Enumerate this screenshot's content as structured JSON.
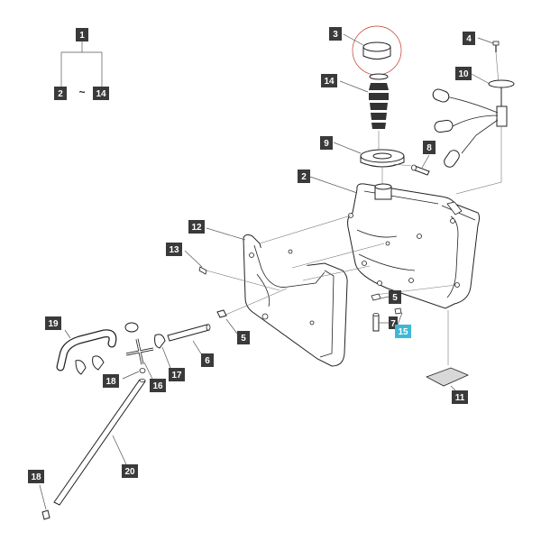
{
  "callouts": {
    "c1": "1",
    "c2a": "2",
    "c14a": "14",
    "tilde": "~",
    "c3": "3",
    "c4": "4",
    "c10": "10",
    "c14": "14",
    "c9": "9",
    "c8": "8",
    "c2": "2",
    "c12": "12",
    "c13": "13",
    "c5a": "5",
    "c5b": "5",
    "c7": "7",
    "c15": "15",
    "c19": "19",
    "c6": "6",
    "c17": "17",
    "c18a": "18",
    "c16": "16",
    "c11": "11",
    "c20": "20",
    "c18b": "18"
  },
  "colors": {
    "label_bg": "#3a3a3a",
    "highlight": "#3fb8d6",
    "ring": "#c0392b"
  }
}
